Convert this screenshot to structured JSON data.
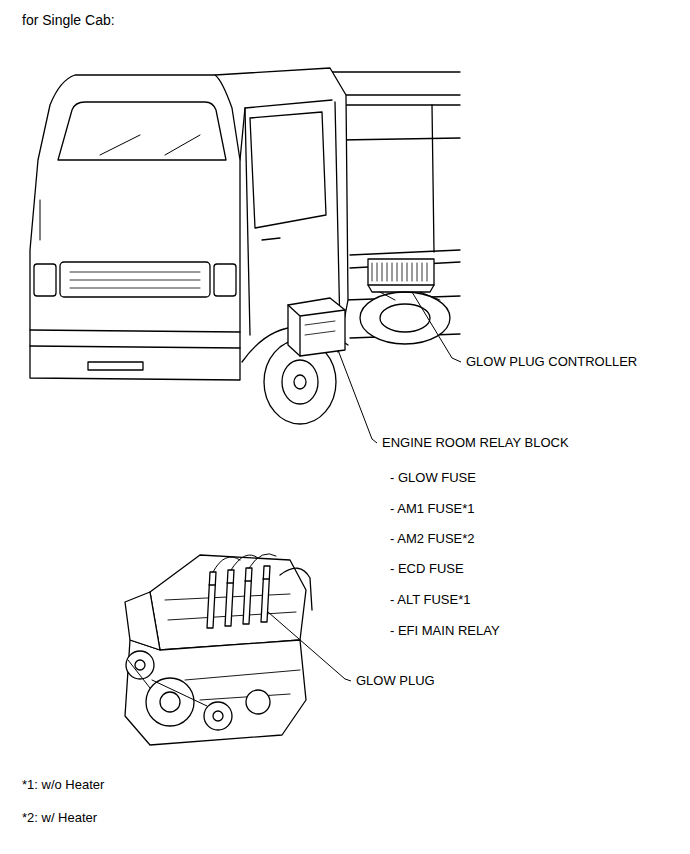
{
  "diagram": {
    "title": "for Single Cab:",
    "labels": [
      "GLOW PLUG CONTROLLER",
      "ENGINE ROOM RELAY BLOCK",
      "- GLOW FUSE",
      "- AM1 FUSE*1",
      "- AM2 FUSE*2",
      "- ECD FUSE",
      "- ALT FUSE*1",
      "- EFI MAIN RELAY",
      "GLOW PLUG",
      "*1: w/o Heater",
      "*2: w/ Heater"
    ]
  }
}
